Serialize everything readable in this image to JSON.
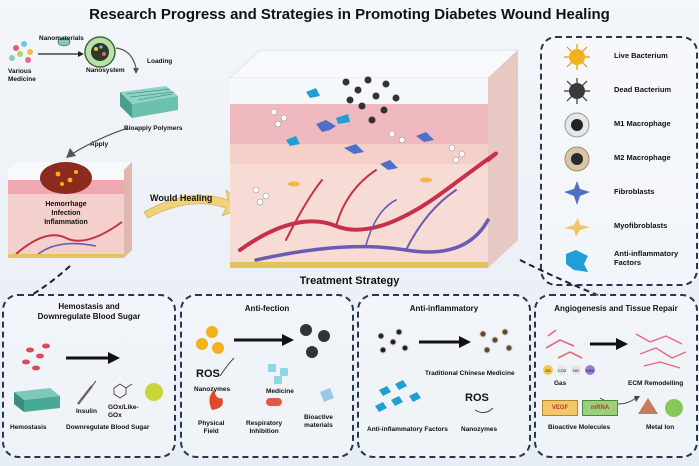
{
  "title": "Research Progress and Strategies in Promoting Diabetes Wound Healing",
  "top_flow": {
    "various_medicine": "Various\nMedicine",
    "nanomaterials": "Nanomaterials",
    "nanosystem": "Nanosystem",
    "loading": "Loading",
    "bioapply_polymers": "Bioapply Polymers",
    "apply": "Apply",
    "wound_labels": [
      "Hemorrhage",
      "Infection",
      "Inflammation"
    ],
    "would_healing": "Would Healing"
  },
  "legend": {
    "items": [
      {
        "label": "Live Bacterium",
        "icon": "live-bacterium-icon"
      },
      {
        "label": "Dead Bacterium",
        "icon": "dead-bacterium-icon"
      },
      {
        "label": "M1 Macrophage",
        "icon": "m1-macrophage-icon"
      },
      {
        "label": "M2 Macrophage",
        "icon": "m2-macrophage-icon"
      },
      {
        "label": "Fibroblasts",
        "icon": "fibroblast-icon"
      },
      {
        "label": "Myofibroblasts",
        "icon": "myofibroblast-icon"
      },
      {
        "label": "Anti-inflammatory\nFactors",
        "icon": "anti-inflammatory-factor-icon"
      }
    ]
  },
  "treatment_strategy": "Treatment Strategy",
  "panels": {
    "hemostasis": {
      "title": "Hemostasis and\nDownregulate Blood Sugar",
      "labels": {
        "hemostasis": "Hemostasis",
        "insulin": "Insulin",
        "gox": "GOx/Like-\nGOx",
        "downregulate": "Downregulate Blood Sugar"
      }
    },
    "antifection": {
      "title": "Anti-fection",
      "labels": {
        "ros": "ROS",
        "nanozymes": "Nanozymes",
        "medicine": "Medicine",
        "physical_field": "Physical\nField",
        "respiratory_inhibition": "Respiratory\nInhibition",
        "bioactive_materials": "Bioactive\nmaterials"
      }
    },
    "antiinflammatory": {
      "title": "Anti-inflammatory",
      "labels": {
        "tcm": "Traditional Chinese Medicine",
        "ros": "ROS",
        "factors": "Anti-inflammatory Factors",
        "nanozymes": "Nanozymes"
      }
    },
    "angiogenesis": {
      "title": "Angiogenesis and Tissue Repair",
      "labels": {
        "gas": "Gas",
        "ecm": "ECM Remodelling",
        "vegf": "VEGF",
        "mrna": "mRNA",
        "bioactive_molecules": "Bioactive Molecules",
        "metal_ion": "Metal Ion",
        "gas_o2": "O2",
        "gas_co2": "CO2",
        "gas_no": "NO",
        "gas_h2s": "H2S"
      }
    }
  },
  "colors": {
    "panel_border": "#2a3550",
    "skin_pink": "#f2c2c2",
    "dermis": "#f5d4cf",
    "vessel_red": "#c8304a",
    "vessel_purple": "#6a5bb5",
    "arrow_yellow": "#f0d27a",
    "fibroblast_blue": "#4f6fc9",
    "factor_cyan": "#1f9fd6",
    "bacterium_yellow": "#f2b21b"
  }
}
